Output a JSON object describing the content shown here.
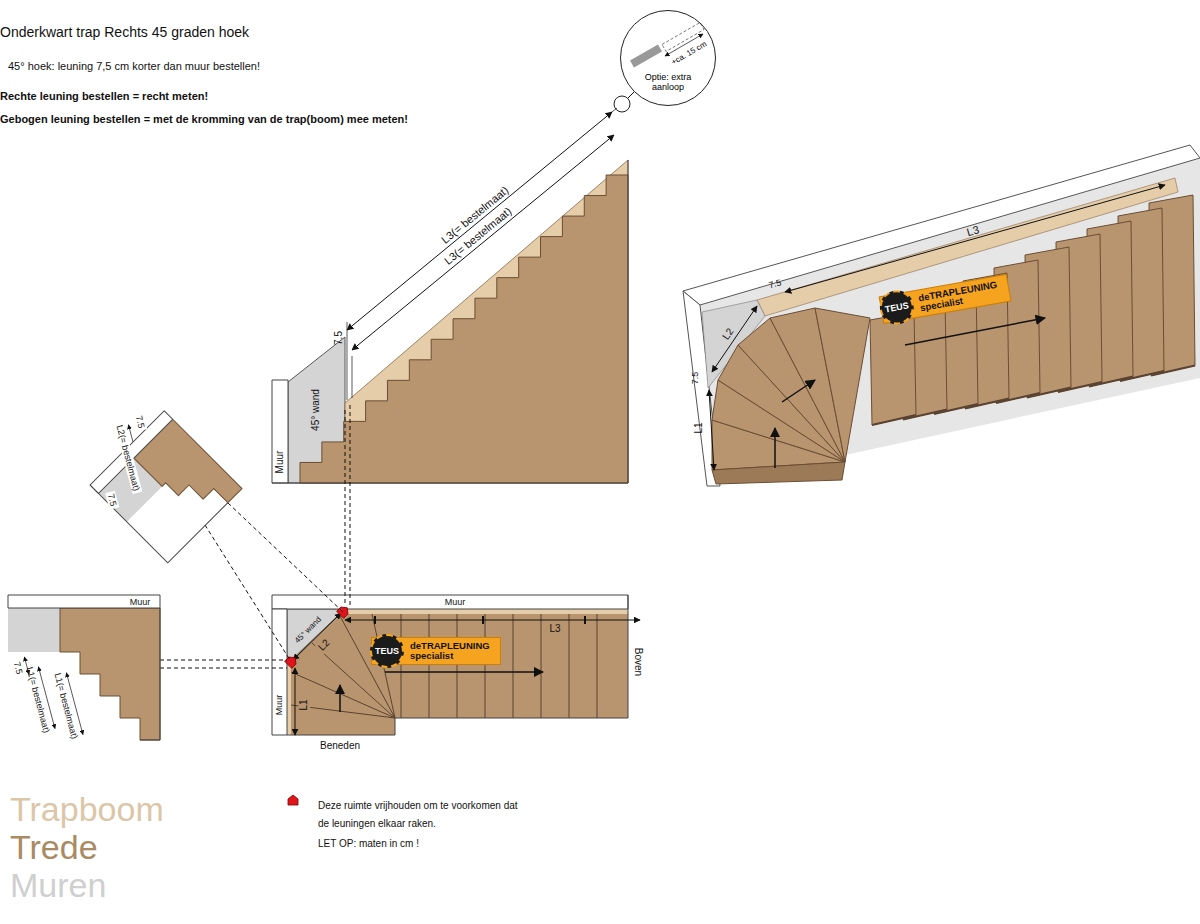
{
  "diagram": {
    "title": "Onderkwart trap Rechts 45 graden hoek",
    "nodes": [
      {
        "text": [
          "+ca. 15 cm",
          "Optie: extra aanloop"
        ]
      },
      {
        "text": [
          "deTRAPLEUNING specialist"
        ]
      },
      {
        "text": [
          "TEUS"
        ],
        "in": 1
      },
      {
        "text": [
          "deTRAPLEUNING specialist"
        ]
      },
      {
        "text": [
          "TEUS"
        ],
        "in": 3
      }
    ],
    "labels": [
      "45° hoek: leuning 7,5 cm korter dan muur bestellen!",
      "Rechte leuning bestellen = recht meten!",
      "Gebogen leuning bestellen = met de kromming van de trap(boom) mee meten!",
      "L3(= bestelmaat)",
      "L3(= bestelmaat)",
      "7.5",
      "45° wand",
      "Muur",
      "7.5",
      "L2(= bestelmaat)",
      "7.5",
      "Muur",
      "7.5",
      "L1(= bestelmaat)",
      "L1(= bestelmaat)",
      "Muur",
      "45° wand",
      "L2",
      "L3",
      "Muur",
      "L1",
      "Beneden",
      "Boven",
      "L3",
      "7.5",
      "L2",
      "7.5",
      "L1",
      "LET OP: maten in cm !"
    ],
    "legend": [
      {
        "text": "Trapboom",
        "color": "#dcc6a8"
      },
      {
        "text": "Trede",
        "color": "#a98a62"
      },
      {
        "text": "Muren",
        "color": "#cfcfcf"
      },
      {
        "text": "Deze ruimte vrijhouden om te voorkomen dat de leuningen elkaar raken."
      }
    ]
  }
}
